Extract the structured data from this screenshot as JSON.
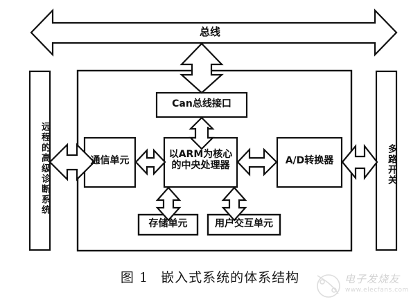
{
  "figure": {
    "caption_number": "图 1",
    "caption_text": "嵌入式系统的体系结构"
  },
  "bus": {
    "label": "总线"
  },
  "blocks": {
    "remote_diagnosis": "远程的高级诊断系统",
    "can_interface": "Can总线接口",
    "comm_unit": "通信单元",
    "cpu_core": "以ARM为核心\n的中央处理器",
    "ad_converter": "A/D转换器",
    "storage_unit": "存储单元",
    "user_interaction_unit": "用户交互单元",
    "multiplex_switch": "多路开关"
  },
  "connectors": [
    {
      "name": "bus-to-can",
      "from": "总线",
      "to": "Can总线接口",
      "style": "double-headed-vertical"
    },
    {
      "name": "can-to-cpu",
      "from": "Can总线接口",
      "to": "以ARM为核心的中央处理器",
      "style": "double-headed-vertical"
    },
    {
      "name": "remote-to-comm",
      "from": "远程的高级诊断系统",
      "to": "通信单元",
      "style": "double-headed-horizontal"
    },
    {
      "name": "comm-to-cpu",
      "from": "通信单元",
      "to": "以ARM为核心的中央处理器",
      "style": "double-headed-horizontal"
    },
    {
      "name": "cpu-to-ad",
      "from": "以ARM为核心的中央处理器",
      "to": "A/D转换器",
      "style": "double-headed-horizontal"
    },
    {
      "name": "ad-to-switch",
      "from": "A/D转换器",
      "to": "多路开关",
      "style": "double-headed-horizontal"
    },
    {
      "name": "cpu-to-storage",
      "from": "以ARM为核心的中央处理器",
      "to": "存储单元",
      "style": "double-headed-vertical"
    },
    {
      "name": "cpu-to-user",
      "from": "以ARM为核心的中央处理器",
      "to": "用户交互单元",
      "style": "double-headed-vertical"
    }
  ],
  "watermark": {
    "text": "电子发烧友",
    "url": "www.elecfans.com"
  },
  "colors": {
    "stroke": "#111111",
    "background": "#ffffff",
    "watermark": "#a8a8a8"
  }
}
